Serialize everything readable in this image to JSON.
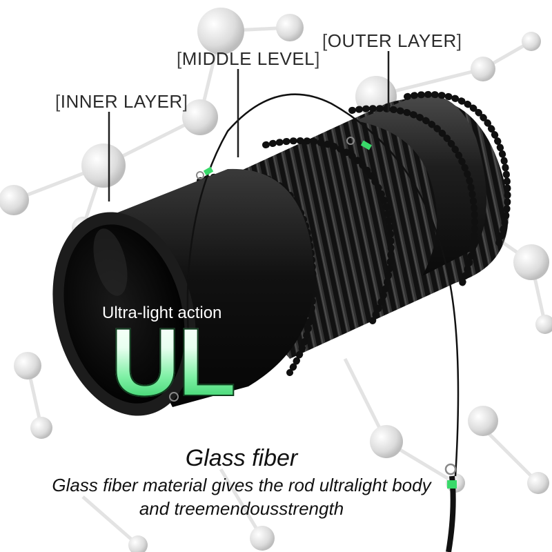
{
  "labels": {
    "inner_layer": "INNER LAYER",
    "middle_level": "MIDDLE LEVEL",
    "outer_layer": "OUTER LAYER"
  },
  "badge": {
    "subtitle": "Ultra-light action",
    "big_text": "UL"
  },
  "caption": {
    "title": "Glass fiber",
    "line1": "Glass fiber material gives the rod ultralight body",
    "line2": "and treemendousstrength"
  },
  "colors": {
    "background": "#ffffff",
    "tube": "#111111",
    "accent_green": "#39d96a",
    "text": "#111111"
  }
}
